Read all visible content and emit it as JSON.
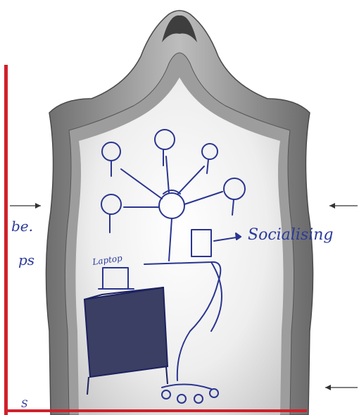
{
  "labels": {
    "socialising": "Socialising",
    "laptop": "Laptop",
    "partial_be": "be.",
    "partial_ps": "ps",
    "partial_s": "S"
  },
  "colors": {
    "red_rule": "#d0202a",
    "ink_blue": "#2b3a9a",
    "mirror_frame": "#8f8f8f",
    "background": "#ffffff"
  }
}
